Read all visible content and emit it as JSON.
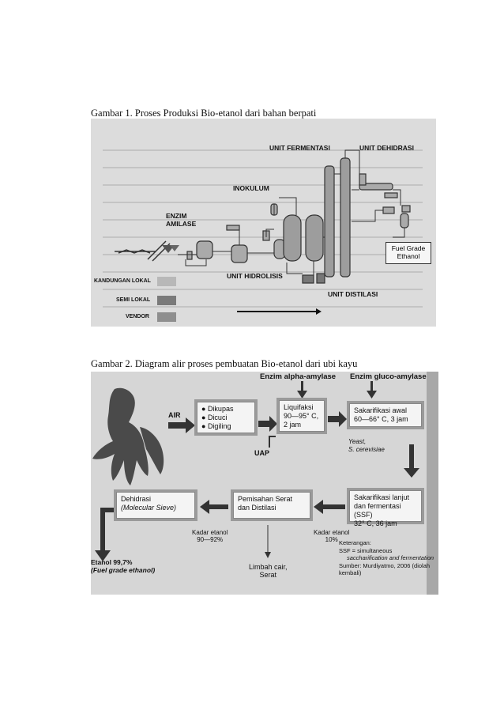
{
  "figure1": {
    "caption": "Gambar 1. Proses Produksi Bio-etanol dari bahan berpati",
    "labels": {
      "unit_fermentasi": "UNIT FERMENTASI",
      "unit_dehidrasi": "UNIT DEHIDRASI",
      "inokulum": "INOKULUM",
      "enzim": "ENZIM",
      "amilase": "AMILASE",
      "unit_hidrolisis": "UNIT HIDROLISIS",
      "unit_distilasi": "UNIT DISTILASI",
      "fuel_grade": "Fuel Grade",
      "ethanol": "Ethanol"
    },
    "legend": [
      {
        "label": "KANDUNGAN LOKAL",
        "color": "#b8b8b8"
      },
      {
        "label": "SEMI LOKAL",
        "color": "#7a7a7a"
      },
      {
        "label": "VENDOR",
        "color": "#8e8e8e"
      }
    ]
  },
  "figure2": {
    "caption": "Gambar 2. Diagram alir proses pembuatan Bio-etanol dari ubi kayu",
    "enzim_alpha": "Enzim alpha-amylase",
    "enzim_gluco": "Enzim gluco-amylase",
    "air": "AIR",
    "uap": "UAP",
    "step1_items": [
      "Dikupas",
      "Dicuci",
      "Digiling"
    ],
    "liquifaksi": {
      "line1": "Liquifaksi",
      "line2": "90—95° C,",
      "line3": "2 jam"
    },
    "sakarifikasi_awal": {
      "line1": "Sakarifikasi awal",
      "line2": "60—66° C, 3 jam"
    },
    "yeast": {
      "line1": "Yeast,",
      "line2": "S. cerevisiae"
    },
    "sakarifikasi_lanjut": {
      "line1": "Sakarifikasi lanjut",
      "line2": "dan fermentasi (SSF)",
      "line3": "32° C, 36 jam"
    },
    "pemisahan": {
      "line1": "Pemisahan Serat",
      "line2": "dan Distilasi"
    },
    "dehidrasi": {
      "line1": "Dehidrasi",
      "line2": "(Molecular Sieve)"
    },
    "kadar_etanol_1": {
      "line1": "Kadar etanol",
      "line2": "90—92%"
    },
    "kadar_etanol_2": {
      "line1": "Kadar etanol",
      "line2": "10%"
    },
    "limbah": {
      "line1": "Limbah cair,",
      "line2": "Serat"
    },
    "etanol": {
      "line1": "Etanol 99,7%",
      "line2": "(Fuel grade ethanol)"
    },
    "keterangan": {
      "line1": "Keterangan:",
      "line2": "SSF = simultaneous",
      "line3": "saccharification and fermentation",
      "line4": "Sumber: Murdiyatmo, 2006 (diolah",
      "line5": "kembali)"
    }
  }
}
